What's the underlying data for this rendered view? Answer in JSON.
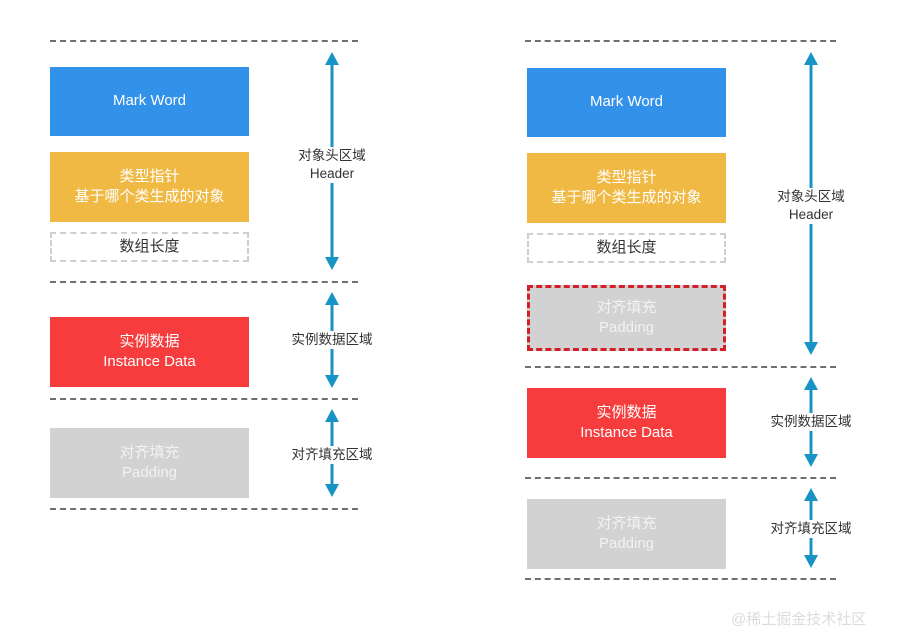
{
  "diagram": {
    "title": "Java object memory layout",
    "colors": {
      "mark_word": "#3291e9",
      "klass_pointer": "#f0b944",
      "instance_data": "#f63c3c",
      "padding": "#d2d2d2",
      "arrow": "#1794c4",
      "separator": "#6f6f6f",
      "highlight_border": "#d32028",
      "array_length_border": "#cfcfcf"
    },
    "left": {
      "name": "array-object-layout",
      "blocks": [
        {
          "key": "mark-word",
          "line1": "Mark Word",
          "line2": ""
        },
        {
          "key": "klass-pointer",
          "line1": "类型指针",
          "line2": "基于哪个类生成的对象"
        },
        {
          "key": "array-length",
          "line1": "数组长度",
          "line2": ""
        },
        {
          "key": "instance-data",
          "line1": "实例数据",
          "line2": "Instance Data"
        },
        {
          "key": "padding",
          "line1": "对齐填充",
          "line2": "Padding"
        }
      ],
      "captions": [
        {
          "key": "header",
          "line1": "对象头区域",
          "line2": "Header"
        },
        {
          "key": "instance-data",
          "line1": "实例数据区域",
          "line2": ""
        },
        {
          "key": "padding",
          "line1": "对齐填充区域",
          "line2": ""
        }
      ]
    },
    "right": {
      "name": "array-object-layout-with-header-padding",
      "blocks": [
        {
          "key": "mark-word",
          "line1": "Mark Word",
          "line2": ""
        },
        {
          "key": "klass-pointer",
          "line1": "类型指针",
          "line2": "基于哪个类生成的对象"
        },
        {
          "key": "array-length",
          "line1": "数组长度",
          "line2": ""
        },
        {
          "key": "header-padding",
          "line1": "对齐填充",
          "line2": "Padding"
        },
        {
          "key": "instance-data",
          "line1": "实例数据",
          "line2": "Instance Data"
        },
        {
          "key": "padding",
          "line1": "对齐填充",
          "line2": "Padding"
        }
      ],
      "captions": [
        {
          "key": "header",
          "line1": "对象头区域",
          "line2": "Header"
        },
        {
          "key": "instance-data",
          "line1": "实例数据区域",
          "line2": ""
        },
        {
          "key": "padding",
          "line1": "对齐填充区域",
          "line2": ""
        }
      ]
    },
    "watermark": "@稀土掘金技术社区"
  }
}
